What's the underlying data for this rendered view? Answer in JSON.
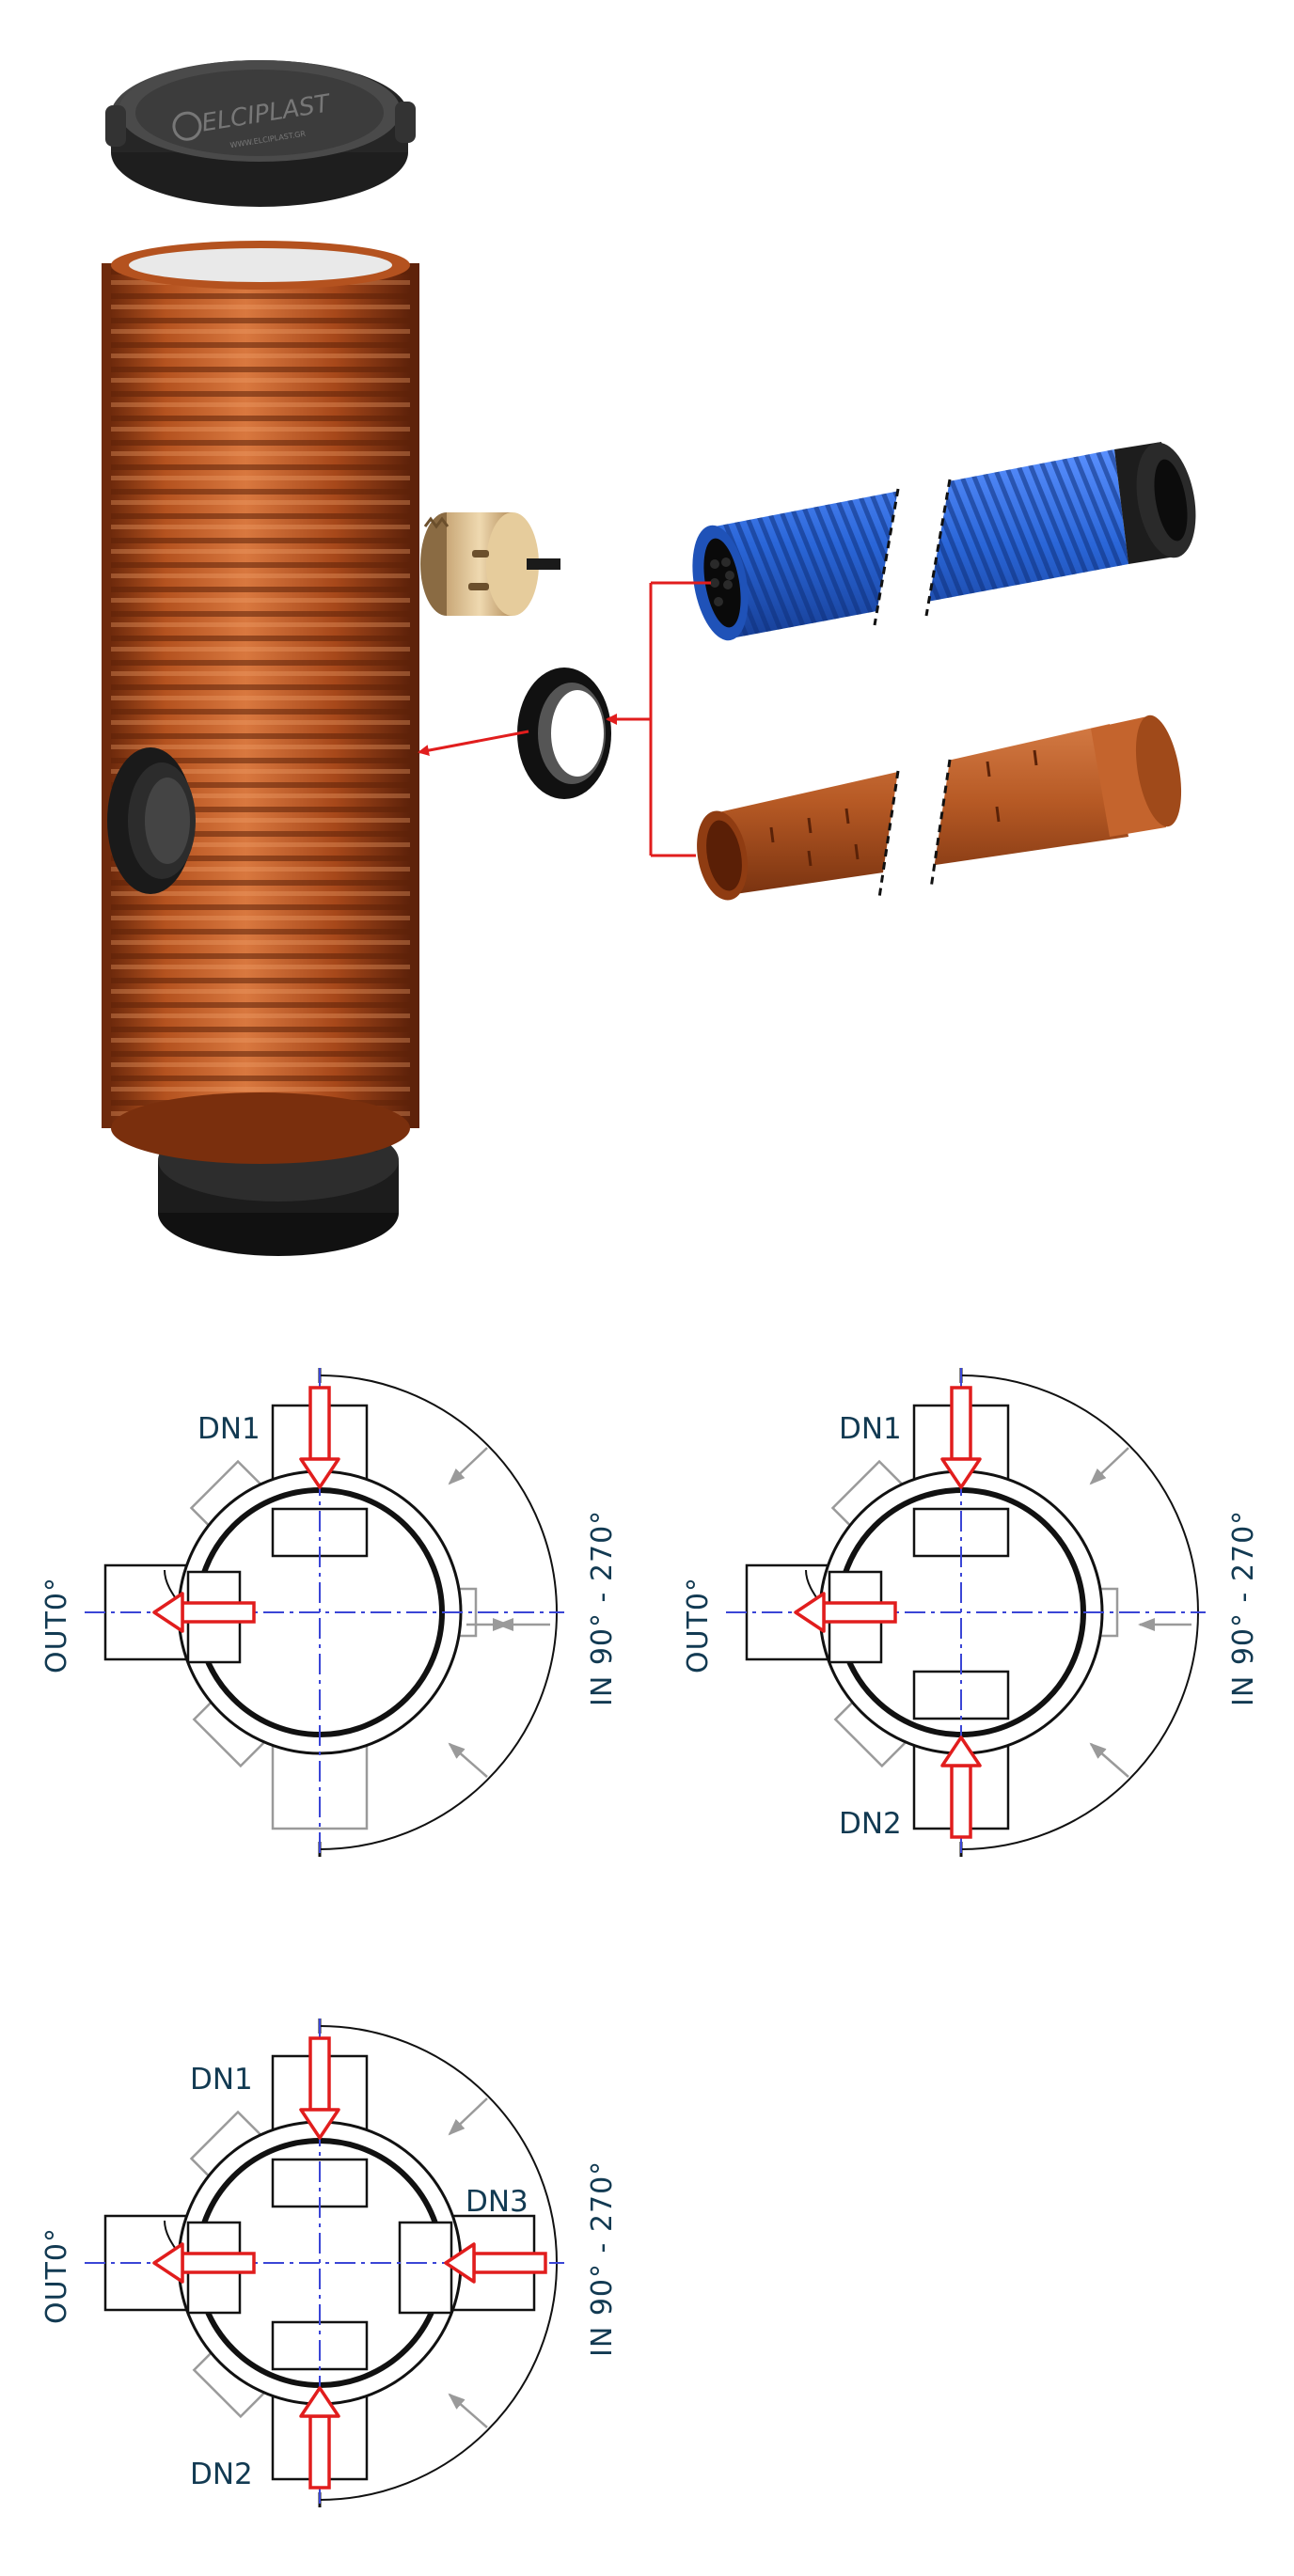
{
  "brand": {
    "lid_text": "ELCIPLAST",
    "lid_subtext": "WWW.ELCIPLAST.GR"
  },
  "colors": {
    "corrugated_orange": "#b4521f",
    "corrugated_blue": "#2a66d8",
    "rubber_black": "#222222",
    "arrow_red": "#e11d1d",
    "axis_blue": "#3a45d6",
    "label_navy": "#123a52",
    "optional_grey": "#9a9a9a"
  },
  "diagrams": [
    {
      "name": "two-port",
      "labels": {
        "inlet1": "DN1",
        "outlet": "OUT0°",
        "range": "IN 90° - 270°"
      }
    },
    {
      "name": "three-port",
      "labels": {
        "inlet1": "DN1",
        "inlet2": "DN2",
        "outlet": "OUT0°",
        "range": "IN 90° - 270°"
      }
    },
    {
      "name": "four-port",
      "labels": {
        "inlet1": "DN1",
        "inlet2": "DN2",
        "inlet3": "DN3",
        "outlet": "OUT0°",
        "range": "IN 90° - 270°"
      }
    }
  ]
}
